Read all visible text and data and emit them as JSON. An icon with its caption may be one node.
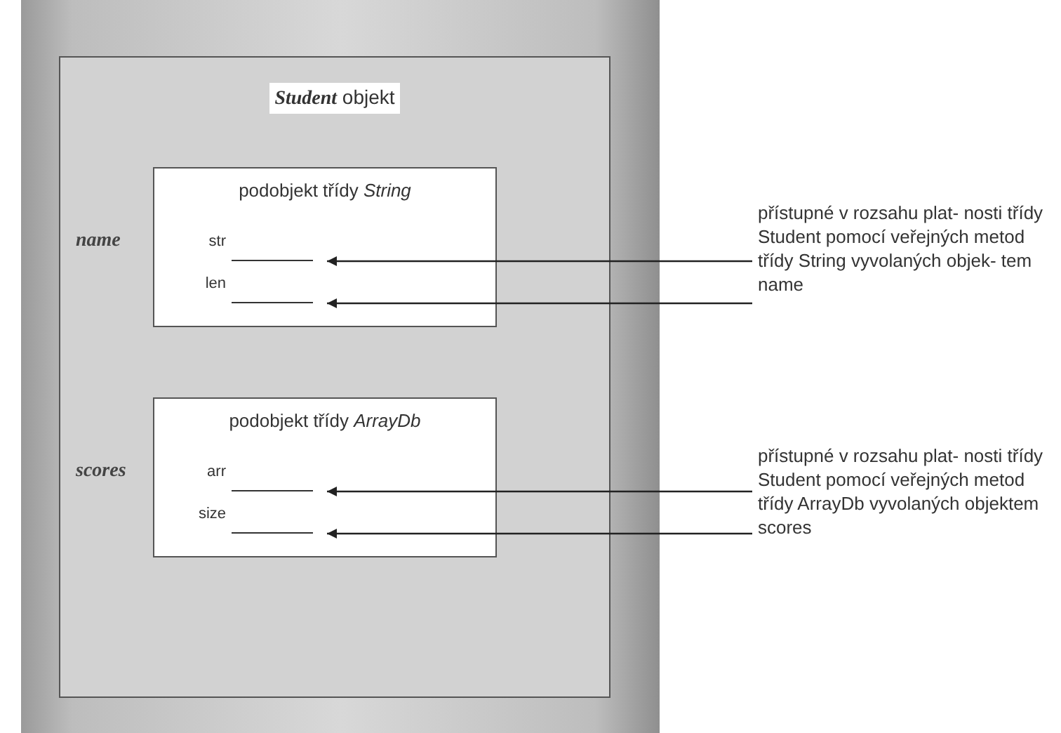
{
  "diagram": {
    "nodes": [
      {
        "text": [
          "*Student* objekt"
        ]
      },
      {
        "text": [
          "podobjekt třídy *String*"
        ],
        "in": 0,
        "beside": [
          "name"
        ]
      },
      {
        "text": [
          "str"
        ],
        "in": 1
      },
      {
        "text": [
          "len"
        ],
        "in": 1
      },
      {
        "text": [
          "přístupné v rozsahu plat- nosti třídy Student pomocí veřejných metod třídy String vyvolaných objek- tem name"
        ]
      },
      {
        "text": [
          "podobjekt třídy *ArrayDb*"
        ],
        "in": 0,
        "beside": [
          "scores"
        ]
      },
      {
        "text": [
          "arr"
        ],
        "in": 5
      },
      {
        "text": [
          "size"
        ],
        "in": 5
      },
      {
        "text": [
          "přístupné v rozsahu plat- nosti třídy Student pomocí veřejných metod třídy ArrayDb vyvolaných objektem scores"
        ]
      }
    ],
    "edges": [
      {
        "from": 4,
        "to": 2,
        "arrow": "to"
      },
      {
        "from": 4,
        "to": 3,
        "arrow": "to"
      },
      {
        "from": 8,
        "to": 6,
        "arrow": "to"
      },
      {
        "from": 8,
        "to": 7,
        "arrow": "to"
      }
    ]
  }
}
